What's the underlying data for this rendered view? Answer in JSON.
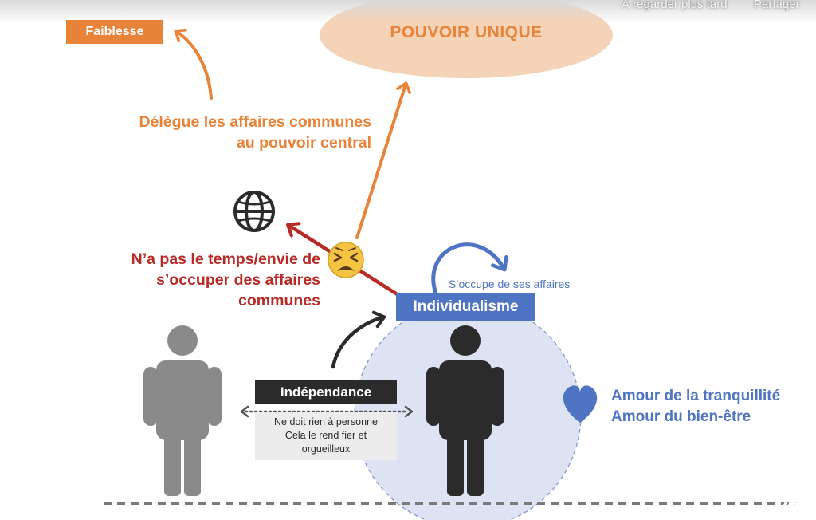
{
  "overlay": {
    "watch_later": "À regarder plus tard",
    "share": "Partager"
  },
  "diagram": {
    "faiblesse": "Faiblesse",
    "pouvoir_unique": "POUVOIR UNIQUE",
    "delegue": [
      "Délègue les affaires communes",
      "au pouvoir central"
    ],
    "napas": [
      "N’a pas le temps/envie de",
      "s’occuper des affaires communes"
    ],
    "soccupe": "S’occupe de ses affaires",
    "individualisme": "Individualisme",
    "independance": "Indépendance",
    "independance_desc": [
      "Ne doit rien à personne",
      "Cela le rend fier et",
      "orgueilleux"
    ],
    "amour": [
      "Amour de la tranquillité",
      "Amour du bien-être"
    ]
  },
  "colors": {
    "orange": "#e8833a",
    "red": "#b72a26",
    "blue": "#4f74c3",
    "dark": "#2b2b2b",
    "gray": "#8a8a8a",
    "bubble_fill": "#dde3f3",
    "ellipse_fill": "#f5d3b6"
  },
  "icons": [
    "globe-icon",
    "tired-face-icon",
    "heart-icon",
    "person-icon",
    "logo-icon"
  ]
}
